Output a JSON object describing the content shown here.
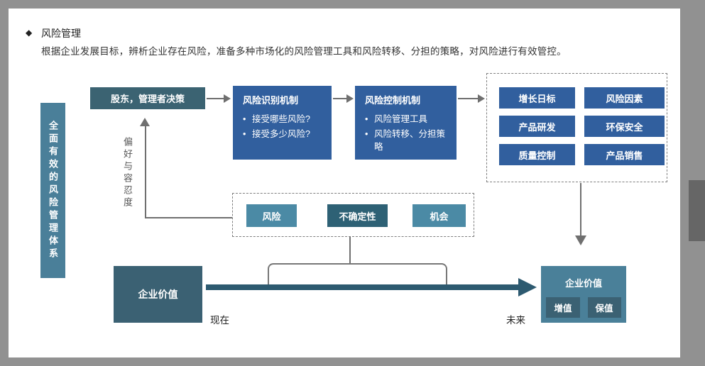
{
  "page": {
    "bullet_icon": "◆",
    "title": "风险管理",
    "subtitle": "根据企业发展目标，辨析企业存在风险，准备多种市场化的风险管理工具和风险转移、分担的策略，对风险进行有效管控。"
  },
  "left_bar": {
    "label": "全面有效的风险管理体系"
  },
  "top_flow": {
    "decision_box": "股东，管理者决策",
    "identify_box": {
      "title": "风险识别机制",
      "bullets": [
        "接受哪些风险?",
        "接受多少风险?"
      ]
    },
    "control_box": {
      "title": "风险控制机制",
      "bullets": [
        "风险管理工具",
        "风险转移、分担策略"
      ]
    },
    "preference_label": "偏好与容忍度"
  },
  "risk_areas": {
    "items": [
      "增长日标",
      "风险因素",
      "产品研发",
      "环保安全",
      "质量控制",
      "产品销售"
    ]
  },
  "factors": {
    "items": [
      {
        "label": "风险"
      },
      {
        "label": "不确定性"
      },
      {
        "label": "机会"
      }
    ]
  },
  "value_flow": {
    "start_box": "企业价值",
    "now_label": "现在",
    "future_label": "未来",
    "end_box": {
      "title": "企业价值",
      "badges": [
        "增值",
        "保值"
      ]
    }
  },
  "colors": {
    "page_gray": "#919191",
    "accent_blue": "#315f9e",
    "teal_dark": "#3b6372",
    "teal_bar": "#4a7f99",
    "factor_light": "#4b8aa5",
    "factor_dark": "#2e6175",
    "thick_arrow": "#2d5a70",
    "line_gray": "#6f6f6f"
  }
}
